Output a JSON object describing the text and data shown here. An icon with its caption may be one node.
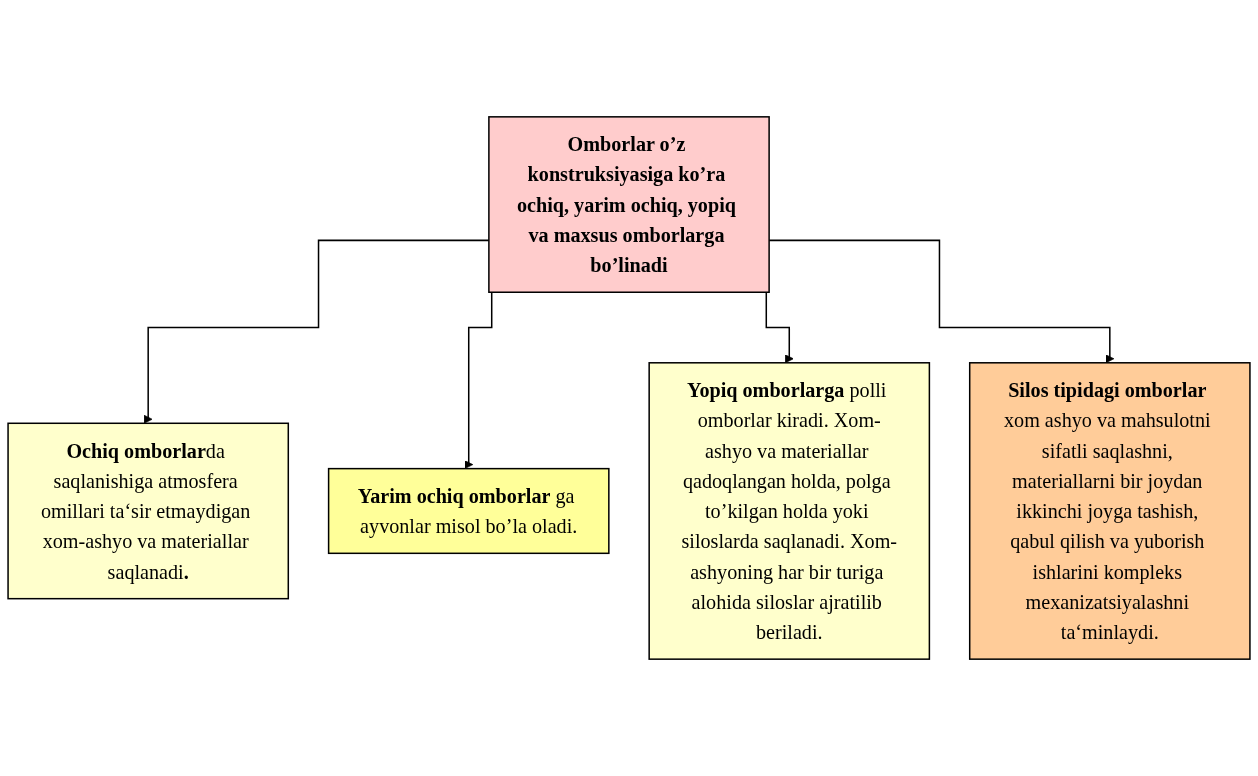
{
  "diagram": {
    "nodes": [
      {
        "text": [
          "Omborlar o’z konstruksiyasiga ko’ra ochiq, yarim ochiq, yopiq va maxsus omborlarga bo’linadi"
        ]
      },
      {
        "text": [
          "**Ochiq omborlar**da saqlanishiga atmosfera omillari ta‘sir etmaydigan xom-ashyo va materiallar saqlanadi**.**"
        ]
      },
      {
        "text": [
          "**Yarim ochiq omborlar** ga ayvonlar misol bo’la oladi."
        ]
      },
      {
        "text": [
          "**Yopiq omborlarga** polli omborlar kiradi. Xom-ashyo va materiallar qadoqlangan holda, polga to’kilgan holda yoki siloslarda saqlanadi. Xom-ashyoning har bir turiga alohida siloslar ajratilib beriladi."
        ]
      },
      {
        "text": [
          "**Silos tipidagi omborlar** xom ashyo va mahsulotni sifatli saqlashni, materiallarni bir joydan ikkinchi joyga tashish, qabul qilish va yuborish ishlarini kompleks mexanizatsiyalashni ta‘minlaydi."
        ]
      }
    ],
    "edges": [
      {
        "from": 0,
        "to": 1,
        "arrow": "to"
      },
      {
        "from": 0,
        "to": 2,
        "arrow": "to"
      },
      {
        "from": 0,
        "to": 3,
        "arrow": "to"
      },
      {
        "from": 0,
        "to": 4,
        "arrow": "to"
      }
    ]
  }
}
